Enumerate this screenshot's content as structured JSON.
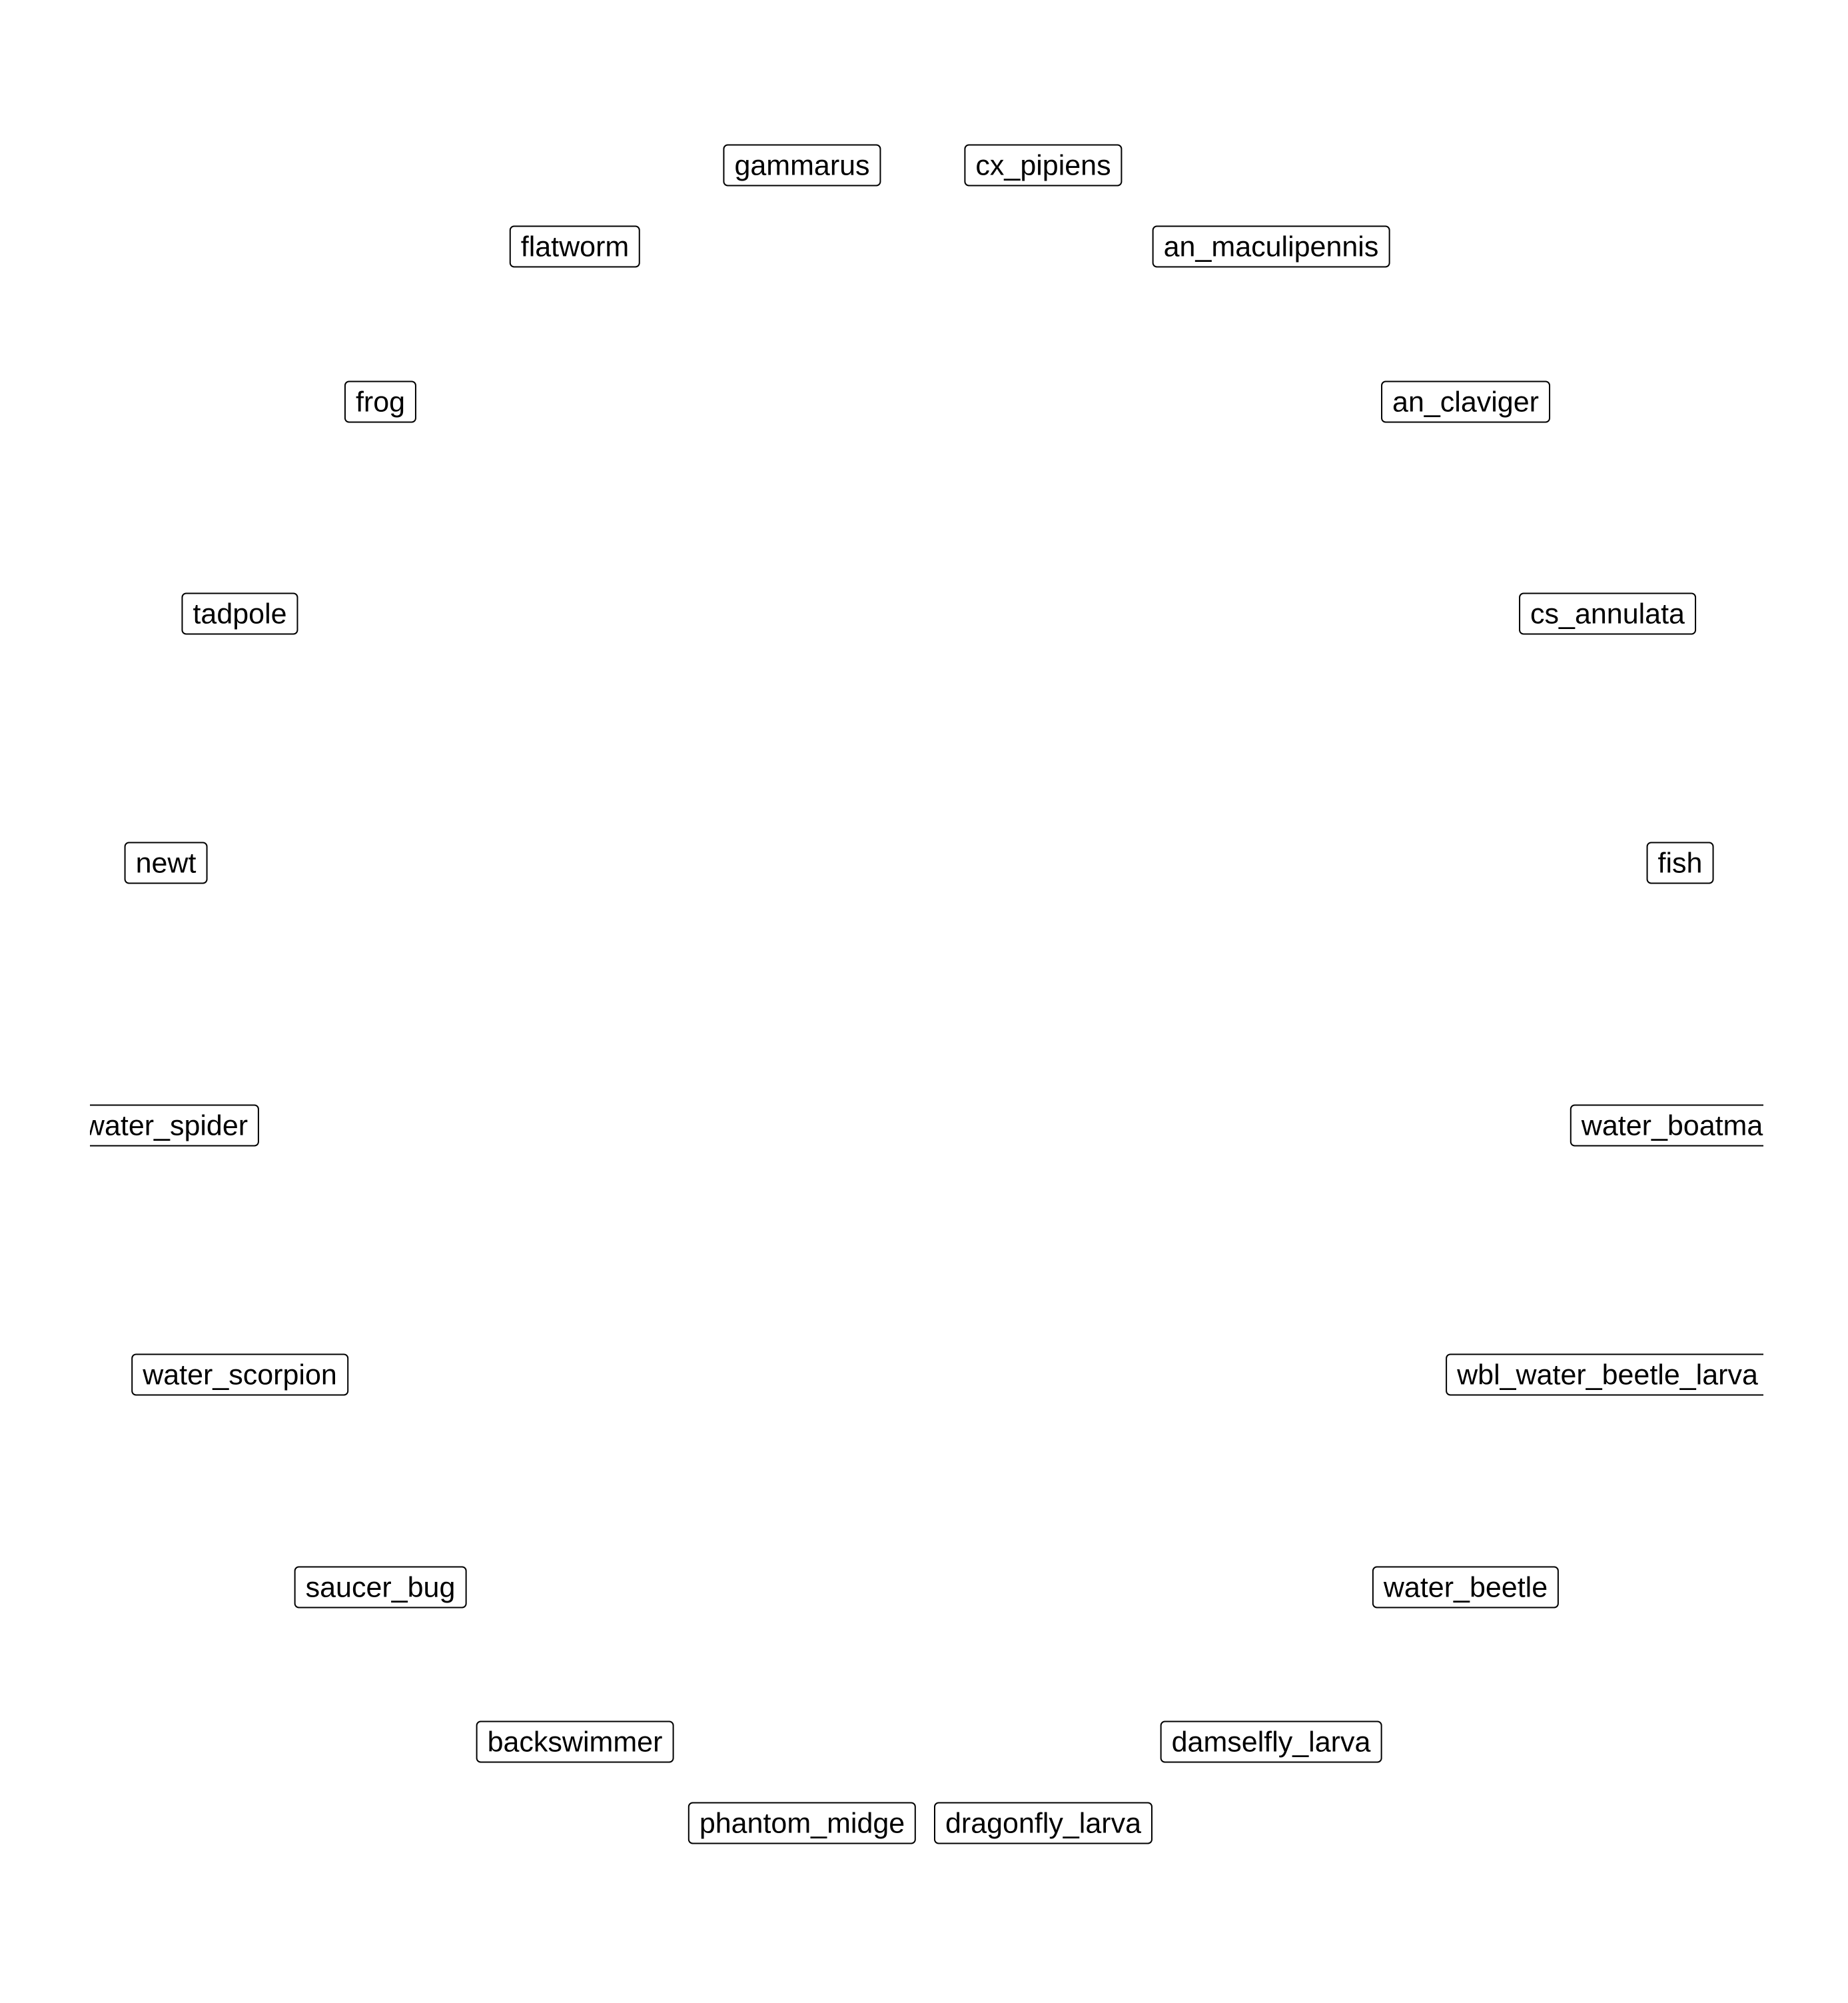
{
  "diagram": {
    "layout": "circle",
    "node_style": "rounded-rectangle label",
    "colors": {
      "background": "#ffffff",
      "node_border": "#000000",
      "node_text": "#000000"
    },
    "nodes": [
      {
        "id": "gammarus",
        "label": "gammarus"
      },
      {
        "id": "cx_pipiens",
        "label": "cx_pipiens"
      },
      {
        "id": "flatworm",
        "label": "flatworm"
      },
      {
        "id": "an_maculipennis",
        "label": "an_maculipennis"
      },
      {
        "id": "frog",
        "label": "frog"
      },
      {
        "id": "an_claviger",
        "label": "an_claviger"
      },
      {
        "id": "tadpole",
        "label": "tadpole"
      },
      {
        "id": "cs_annulata",
        "label": "cs_annulata"
      },
      {
        "id": "newt",
        "label": "newt"
      },
      {
        "id": "fish",
        "label": "fish"
      },
      {
        "id": "water_spider",
        "label": "water_spider"
      },
      {
        "id": "water_boatman",
        "label": "water_boatman"
      },
      {
        "id": "water_scorpion",
        "label": "water_scorpion"
      },
      {
        "id": "wbl_water_beetle_larva",
        "label": "wbl_water_beetle_larva"
      },
      {
        "id": "saucer_bug",
        "label": "saucer_bug"
      },
      {
        "id": "water_beetle",
        "label": "water_beetle"
      },
      {
        "id": "backswimmer",
        "label": "backswimmer"
      },
      {
        "id": "damselfly_larva",
        "label": "damselfly_larva"
      },
      {
        "id": "phantom_midge",
        "label": "phantom_midge"
      },
      {
        "id": "dragonfly_larva",
        "label": "dragonfly_larva"
      }
    ]
  }
}
